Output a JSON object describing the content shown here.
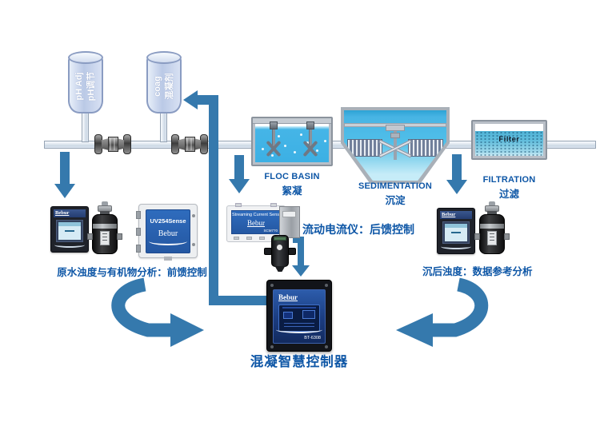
{
  "colors": {
    "arrow_blue": "#3579ad",
    "label_blue": "#0d56a6",
    "water_cyan": "#49b8e8",
    "device_panel_blue": "#2a63b2"
  },
  "tanks": {
    "ph": {
      "en": "pH Adj",
      "zh": "pH调节"
    },
    "coag": {
      "en": "coag",
      "zh": "混凝剂"
    }
  },
  "basins": {
    "floc": {
      "en": "FLOC BASIN",
      "zh": "絮凝"
    },
    "sedimentation": {
      "en": "SEDIMENTATION",
      "zh": "沉淀"
    },
    "filtration": {
      "en": "FILTRATION",
      "zh": "过滤",
      "media_label": "Filter"
    }
  },
  "devices": {
    "raw_analyzer": {
      "brand": "Bebur"
    },
    "uv_analyzer": {
      "model": "UV254Sense",
      "brand": "Bebur"
    },
    "streaming_current": {
      "title": "Streaming Current Sensor",
      "brand": "Bebur",
      "model": "SCM770"
    },
    "controller": {
      "brand": "Bebur",
      "model": "BT-6308"
    },
    "post_analyzer": {
      "brand": "Bebur"
    }
  },
  "captions": {
    "raw_analysis": "原水浊度与有机物分析：前馈控制",
    "streaming_current": "流动电流仪：后馈控制",
    "post_turbidity": "沉后浊度：数据参考分析",
    "controller": "混凝智慧控制器"
  }
}
